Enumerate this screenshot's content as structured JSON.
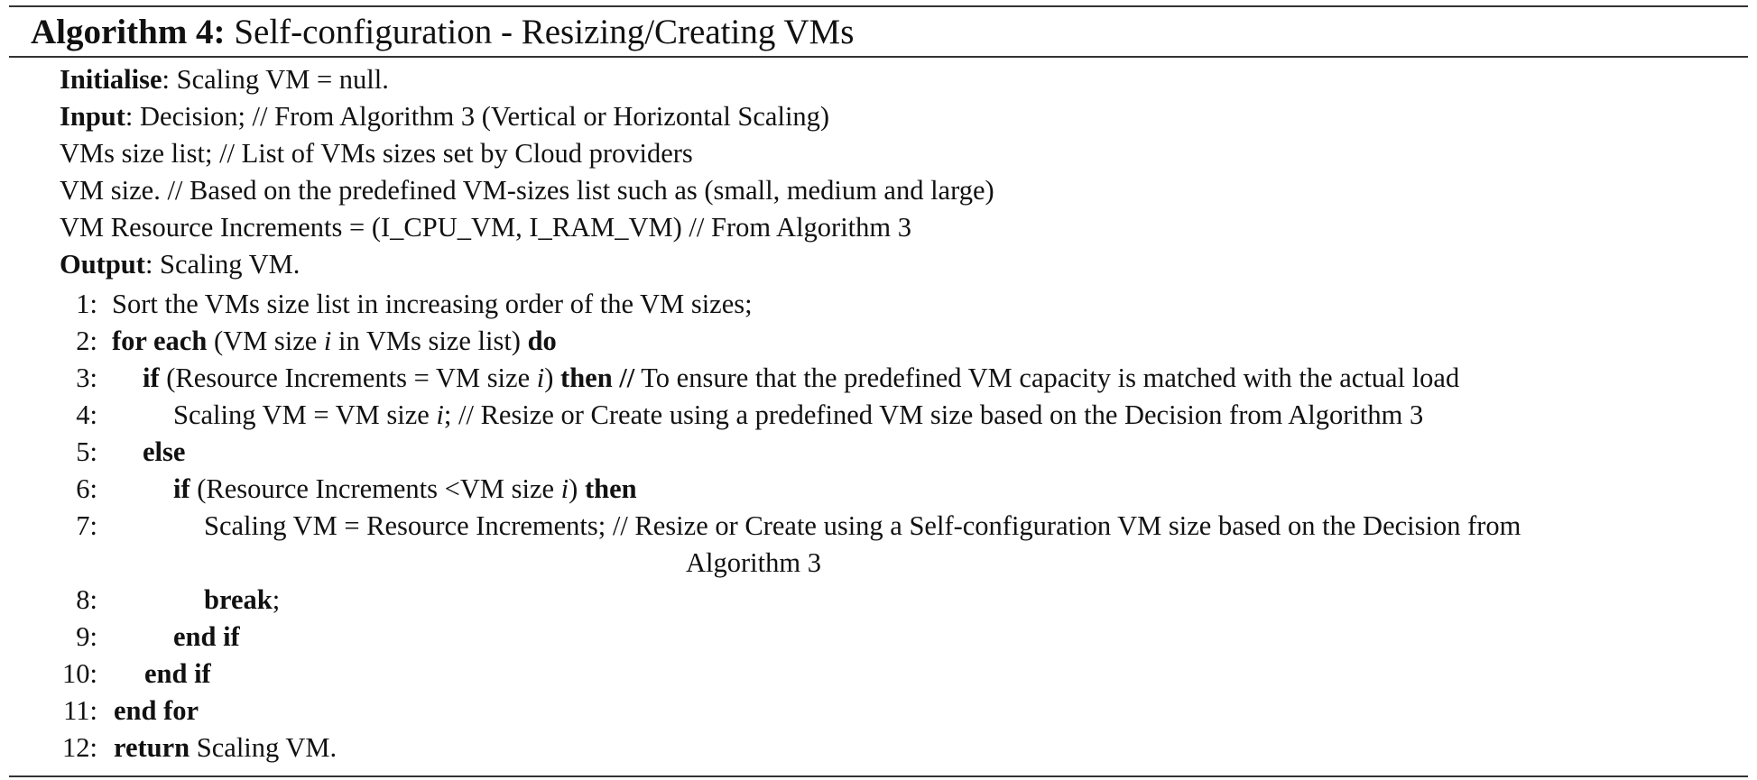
{
  "algorithm": {
    "caption_label": "Algorithm 4:",
    "caption_title": "Self-configuration - Resizing/Creating VMs",
    "preamble": {
      "init_kw": "Initialise",
      "init_text": ": Scaling VM = null.",
      "input_kw": "Input",
      "input_text": ": Decision; // From Algorithm 3 (Vertical or Horizontal Scaling)",
      "input2": "VMs size list; // List of VMs sizes set by Cloud providers",
      "input3": "VM size. // Based on the predefined VM-sizes list such as (small, medium and large)",
      "input4": "VM Resource Increments = (I_CPU_VM, I_RAM_VM) // From Algorithm 3",
      "output_kw": "Output",
      "output_text": ": Scaling VM."
    },
    "steps": {
      "n1": "1:",
      "s1": "Sort the VMs size list in increasing order of the VM sizes;",
      "n2": "2:",
      "s2_kw1": "for each",
      "s2_a": " (VM size ",
      "s2_var": "i",
      "s2_b": " in VMs size list) ",
      "s2_kw2": "do",
      "n3": "3:",
      "s3_kw1": "if",
      "s3_a": " (Resource Increments = VM size ",
      "s3_var": "i",
      "s3_b": ") ",
      "s3_kw2": "then //",
      "s3_c": " To ensure that the predefined VM capacity is matched with the actual load",
      "n4": "4:",
      "s4_a": "Scaling VM = VM size ",
      "s4_var": "i",
      "s4_b": "; // Resize or Create using a predefined VM size based on the Decision from Algorithm 3",
      "n5": "5:",
      "s5_kw": "else",
      "n6": "6:",
      "s6_kw1": "if",
      "s6_a": " (Resource Increments <VM size ",
      "s6_var": "i",
      "s6_b": ") ",
      "s6_kw2": "then",
      "n7": "7:",
      "s7": "Scaling VM = Resource Increments; // Resize or Create using a Self-configuration VM size based on the Decision from",
      "s7_cont": "Algorithm 3",
      "n8": "8:",
      "s8_kw": "break",
      "s8_b": ";",
      "n9": "9:",
      "s9_kw": "end if",
      "n10": "10:",
      "s10_kw": "end if",
      "n11": "11:",
      "s11_kw": "end for",
      "n12": "12:",
      "s12_kw": "return",
      "s12_b": " Scaling VM."
    }
  }
}
